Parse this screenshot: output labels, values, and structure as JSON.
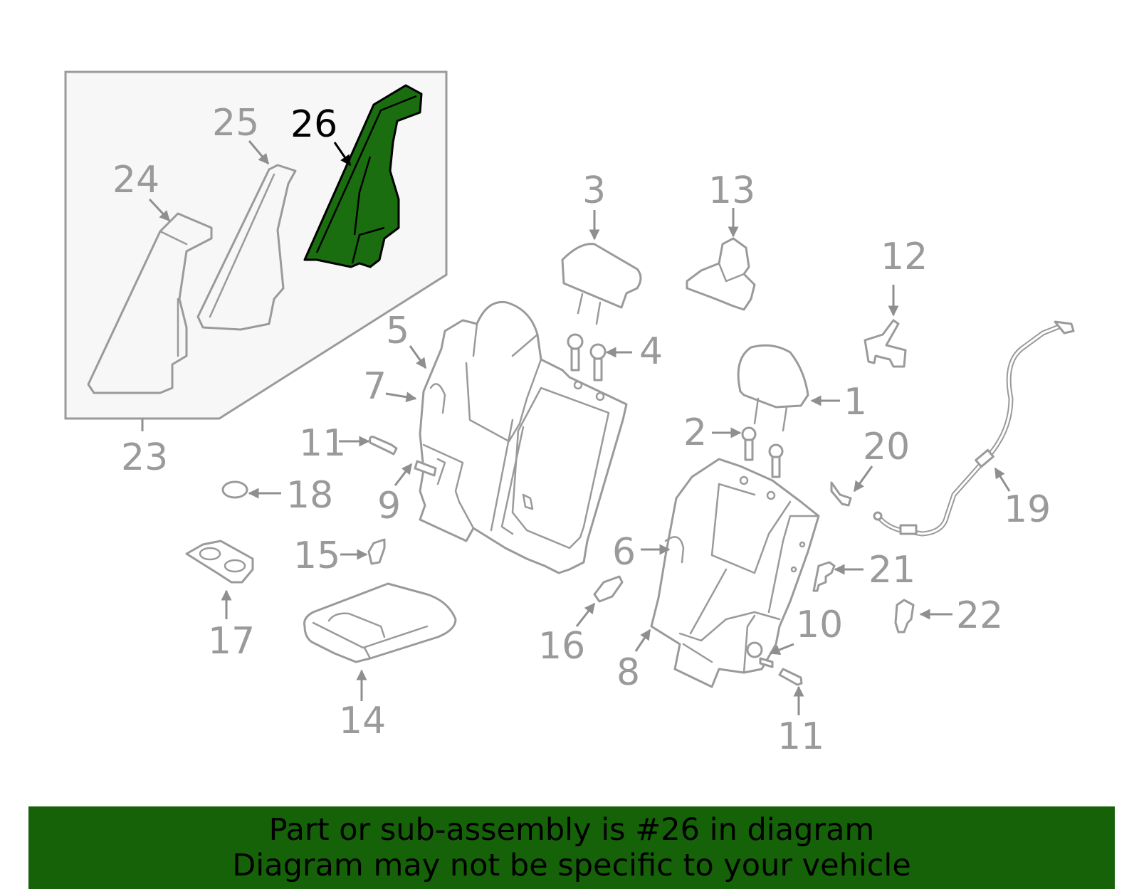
{
  "diagram": {
    "callouts": {
      "c1": "1",
      "c2": "2",
      "c3": "3",
      "c4": "4",
      "c5": "5",
      "c6": "6",
      "c7": "7",
      "c8": "8",
      "c9": "9",
      "c10": "10",
      "c11a": "11",
      "c11b": "11",
      "c12": "12",
      "c13": "13",
      "c14": "14",
      "c15": "15",
      "c16": "16",
      "c17": "17",
      "c18": "18",
      "c19": "19",
      "c20": "20",
      "c21": "21",
      "c22": "22",
      "c23": "23",
      "c24": "24",
      "c25": "25",
      "c26": "26"
    },
    "highlighted_part": "26",
    "colors": {
      "highlight_fill": "#1a6e10",
      "line": "#9a9a9a",
      "banner": "#156209"
    }
  },
  "banner": {
    "line1": "Part or sub-assembly is #26 in diagram",
    "line2": "Diagram may not be specific to your vehicle"
  }
}
